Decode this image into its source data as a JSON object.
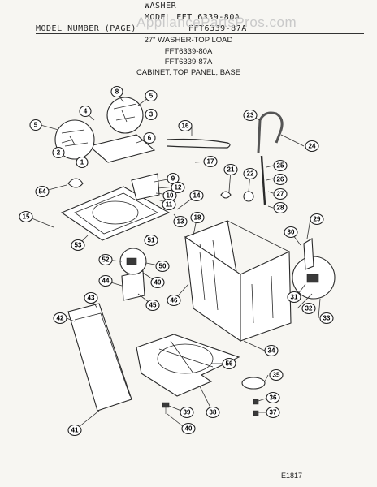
{
  "header": {
    "line1": "WASHER",
    "line2": "MODEL FFT 6339-80A",
    "line3_left": "MODEL NUMBER (PAGE)",
    "line3_right": "FFT6339-87A"
  },
  "watermark": "AppliancePartsPros.com",
  "titles": {
    "main": "27\" WASHER-TOP LOAD",
    "model_a": "FFT6339-80A",
    "model_b": "FFT6339-87A",
    "section": "CABINET, TOP PANEL, BASE"
  },
  "diagram_code": "E1817",
  "callouts": {
    "c1": "1",
    "c2": "2",
    "c3": "3",
    "c4": "4",
    "c5": "5",
    "c5b": "5",
    "c6": "6",
    "c8": "8",
    "c9": "9",
    "c10": "10",
    "c11": "11",
    "c12": "12",
    "c13": "13",
    "c14": "14",
    "c15": "15",
    "c16": "16",
    "c17": "17",
    "c18": "18",
    "c21": "21",
    "c22": "22",
    "c23": "23",
    "c24": "24",
    "c25": "25",
    "c26": "26",
    "c27": "27",
    "c28": "28",
    "c29": "29",
    "c30": "30",
    "c31": "31",
    "c32": "32",
    "c33": "33",
    "c34": "34",
    "c35": "35",
    "c36": "36",
    "c37": "37",
    "c38": "38",
    "c39": "39",
    "c40": "40",
    "c41": "41",
    "c42": "42",
    "c43": "43",
    "c44": "44",
    "c45": "45",
    "c46": "46",
    "c49": "49",
    "c50": "50",
    "c51": "51",
    "c52": "52",
    "c53": "53",
    "c54": "54",
    "c56": "56"
  }
}
